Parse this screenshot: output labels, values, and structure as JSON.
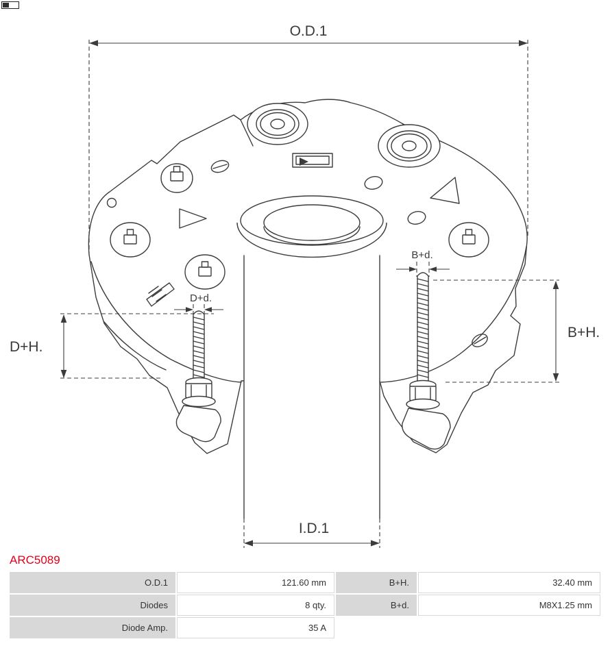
{
  "drawing": {
    "labels": {
      "od1": "O.D.1",
      "id1": "I.D.1",
      "dplus_h": "D+H.",
      "bplus_h": "B+H.",
      "bplus_d": "B+d.",
      "dplus_d": "D+d."
    }
  },
  "part_number": "ARC5089",
  "colors": {
    "part_number_red": "#e2001a",
    "table_label_bg": "#d8d8d8",
    "table_cell_border": "#d8d8d8",
    "drawing_line": "#3c3c3c"
  },
  "spec_table": {
    "rows": [
      {
        "label1": "O.D.1",
        "value1": "121.60 mm",
        "label2": "B+H.",
        "value2": "32.40 mm"
      },
      {
        "label1": "Diodes",
        "value1": "8 qty.",
        "label2": "B+d.",
        "value2": "M8X1.25 mm"
      },
      {
        "label1": "Diode Amp.",
        "value1": "35 A",
        "label2": "",
        "value2": ""
      }
    ]
  }
}
